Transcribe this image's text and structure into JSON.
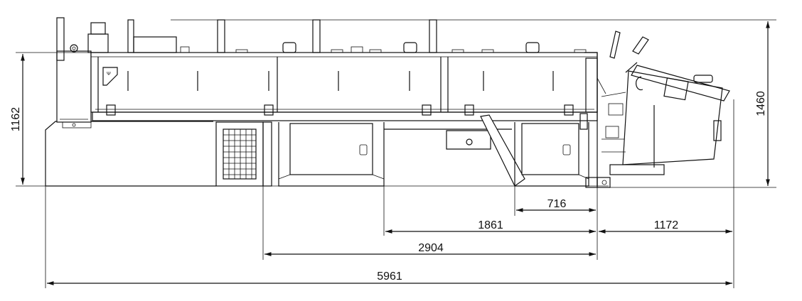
{
  "drawing": {
    "colors": {
      "line": "#111111",
      "background": "#ffffff"
    },
    "dimensions": {
      "height_left": "1162",
      "height_right": "1460",
      "d716": "716",
      "d1861": "1861",
      "d1172": "1172",
      "d2904": "2904",
      "d5961": "5961"
    }
  }
}
